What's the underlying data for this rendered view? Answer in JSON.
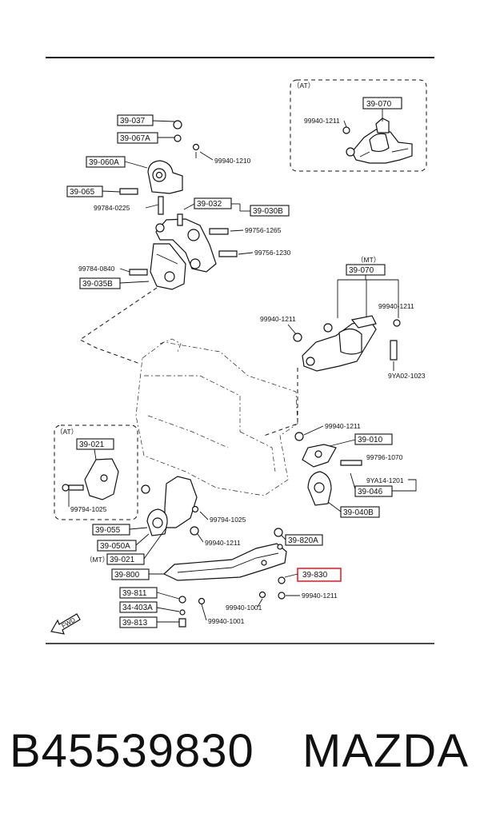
{
  "diagram": {
    "variant_labels": {
      "at": "（AT）",
      "mt": "（MT）",
      "mt_inline": "（MT）",
      "at_left": "（AT）"
    },
    "parts": {
      "p39_037": "39-037",
      "p39_067A": "39-067A",
      "p39_060A": "39-060A",
      "p39_065": "39-065",
      "p39_032": "39-032",
      "p39_030B": "39-030B",
      "p39_035B": "39-035B",
      "p39_070_at": "39-070",
      "p39_070_mt": "39-070",
      "p39_021_at": "39-021",
      "p39_010": "39-010",
      "p39_046": "39-046",
      "p39_040B": "39-040B",
      "p39_055": "39-055",
      "p39_050A": "39-050A",
      "p39_021_mt": "39-021",
      "p39_820A": "39-820A",
      "p39_800": "39-800",
      "p39_830": "39-830",
      "p39_811": "39-811",
      "p34_403A": "34-403A",
      "p39_813": "39-813"
    },
    "fasteners": {
      "f99940_1210": "99940-1210",
      "f99784_0225": "99784-0225",
      "f99756_1265": "99756-1265",
      "f99784_0840": "99784-0840",
      "f99756_1230": "99756-1230",
      "f99940_1211_at": "99940-1211",
      "f99940_1211_mt_l": "99940-1211",
      "f99940_1211_mt_r": "99940-1211",
      "f9YA02_1023": "9YA02-1023",
      "f99940_1211_c": "99940-1211",
      "f99796_1070": "99796-1070",
      "f9YA14_1201": "9YA14-1201",
      "f99794_1025_at": "99794-1025",
      "f99794_1025": "99794-1025",
      "f99940_1211_d": "99940-1211",
      "f99940_1001_a": "99940-1001",
      "f99940_1211_e": "99940-1211",
      "f99940_1001_b": "99940-1001"
    },
    "fwd": "FWD",
    "highlight_color": "#e8252b"
  },
  "footer": {
    "part_number": "B45539830",
    "brand": "MAZDA"
  }
}
